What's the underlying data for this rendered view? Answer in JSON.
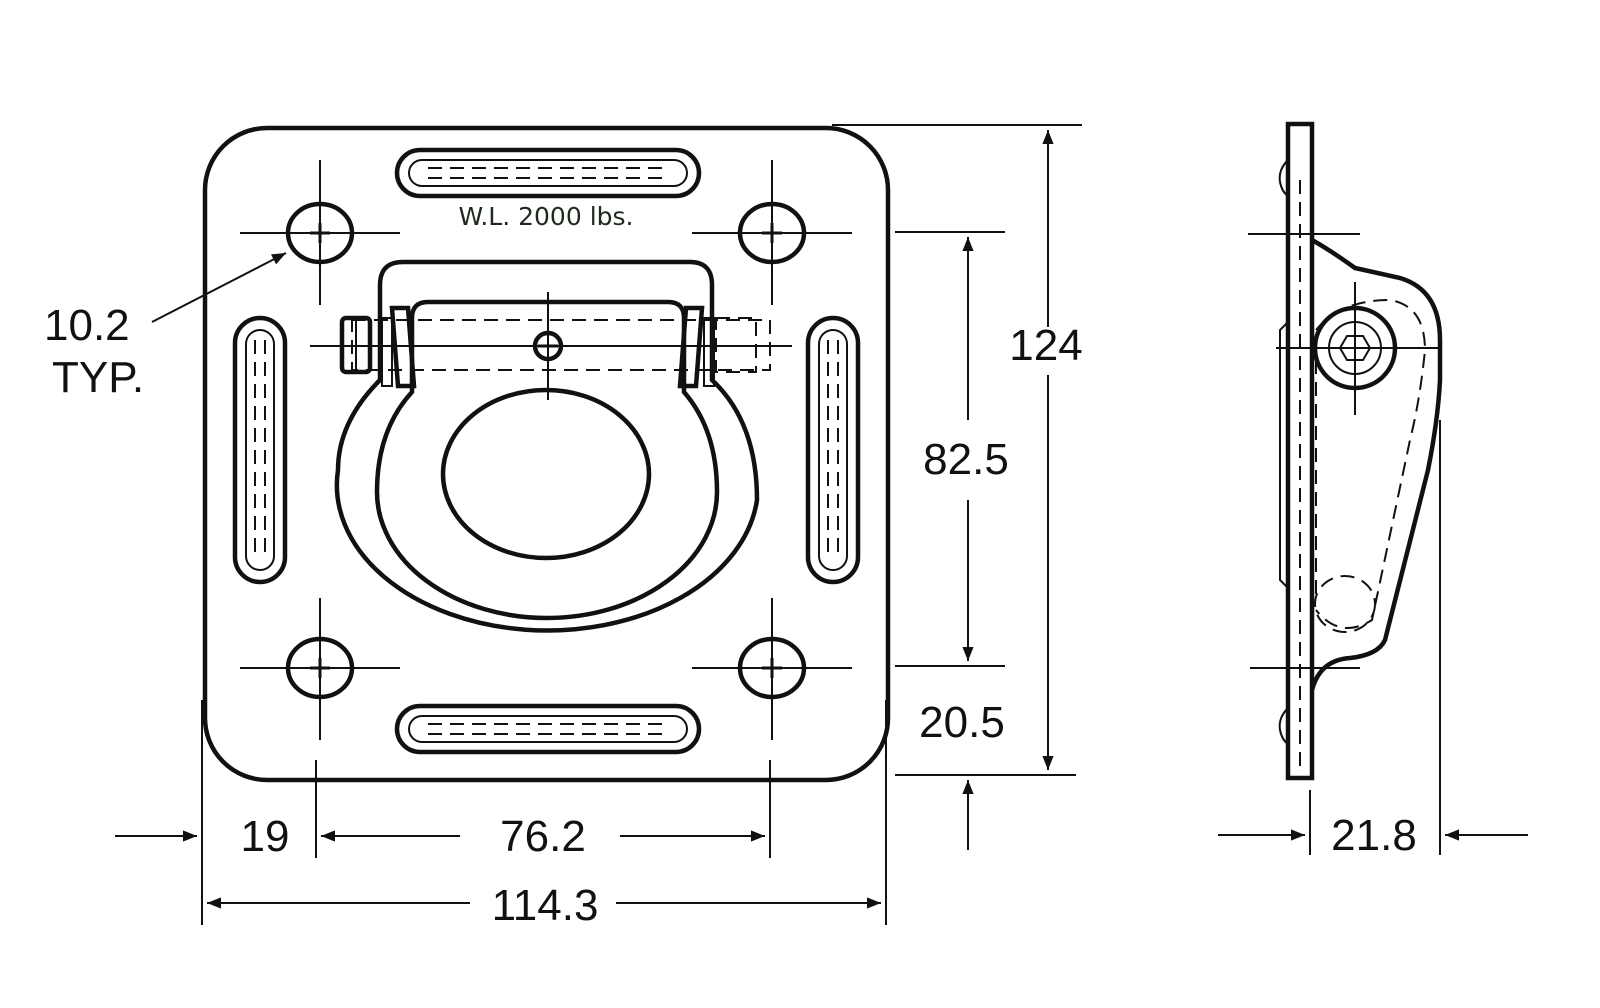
{
  "drawing": {
    "load_rating": "W.L. 2000 lbs.",
    "hole_note": {
      "size": "10.2",
      "qualifier": "TYP."
    },
    "dimensions": {
      "overall_height": "124",
      "hole_spacing_vertical": "82.5",
      "hole_edge_offset_vertical": "20.5",
      "hole_edge_offset_horizontal": "19",
      "hole_spacing_horizontal": "76.2",
      "overall_width": "114.3",
      "depth": "21.8"
    }
  }
}
